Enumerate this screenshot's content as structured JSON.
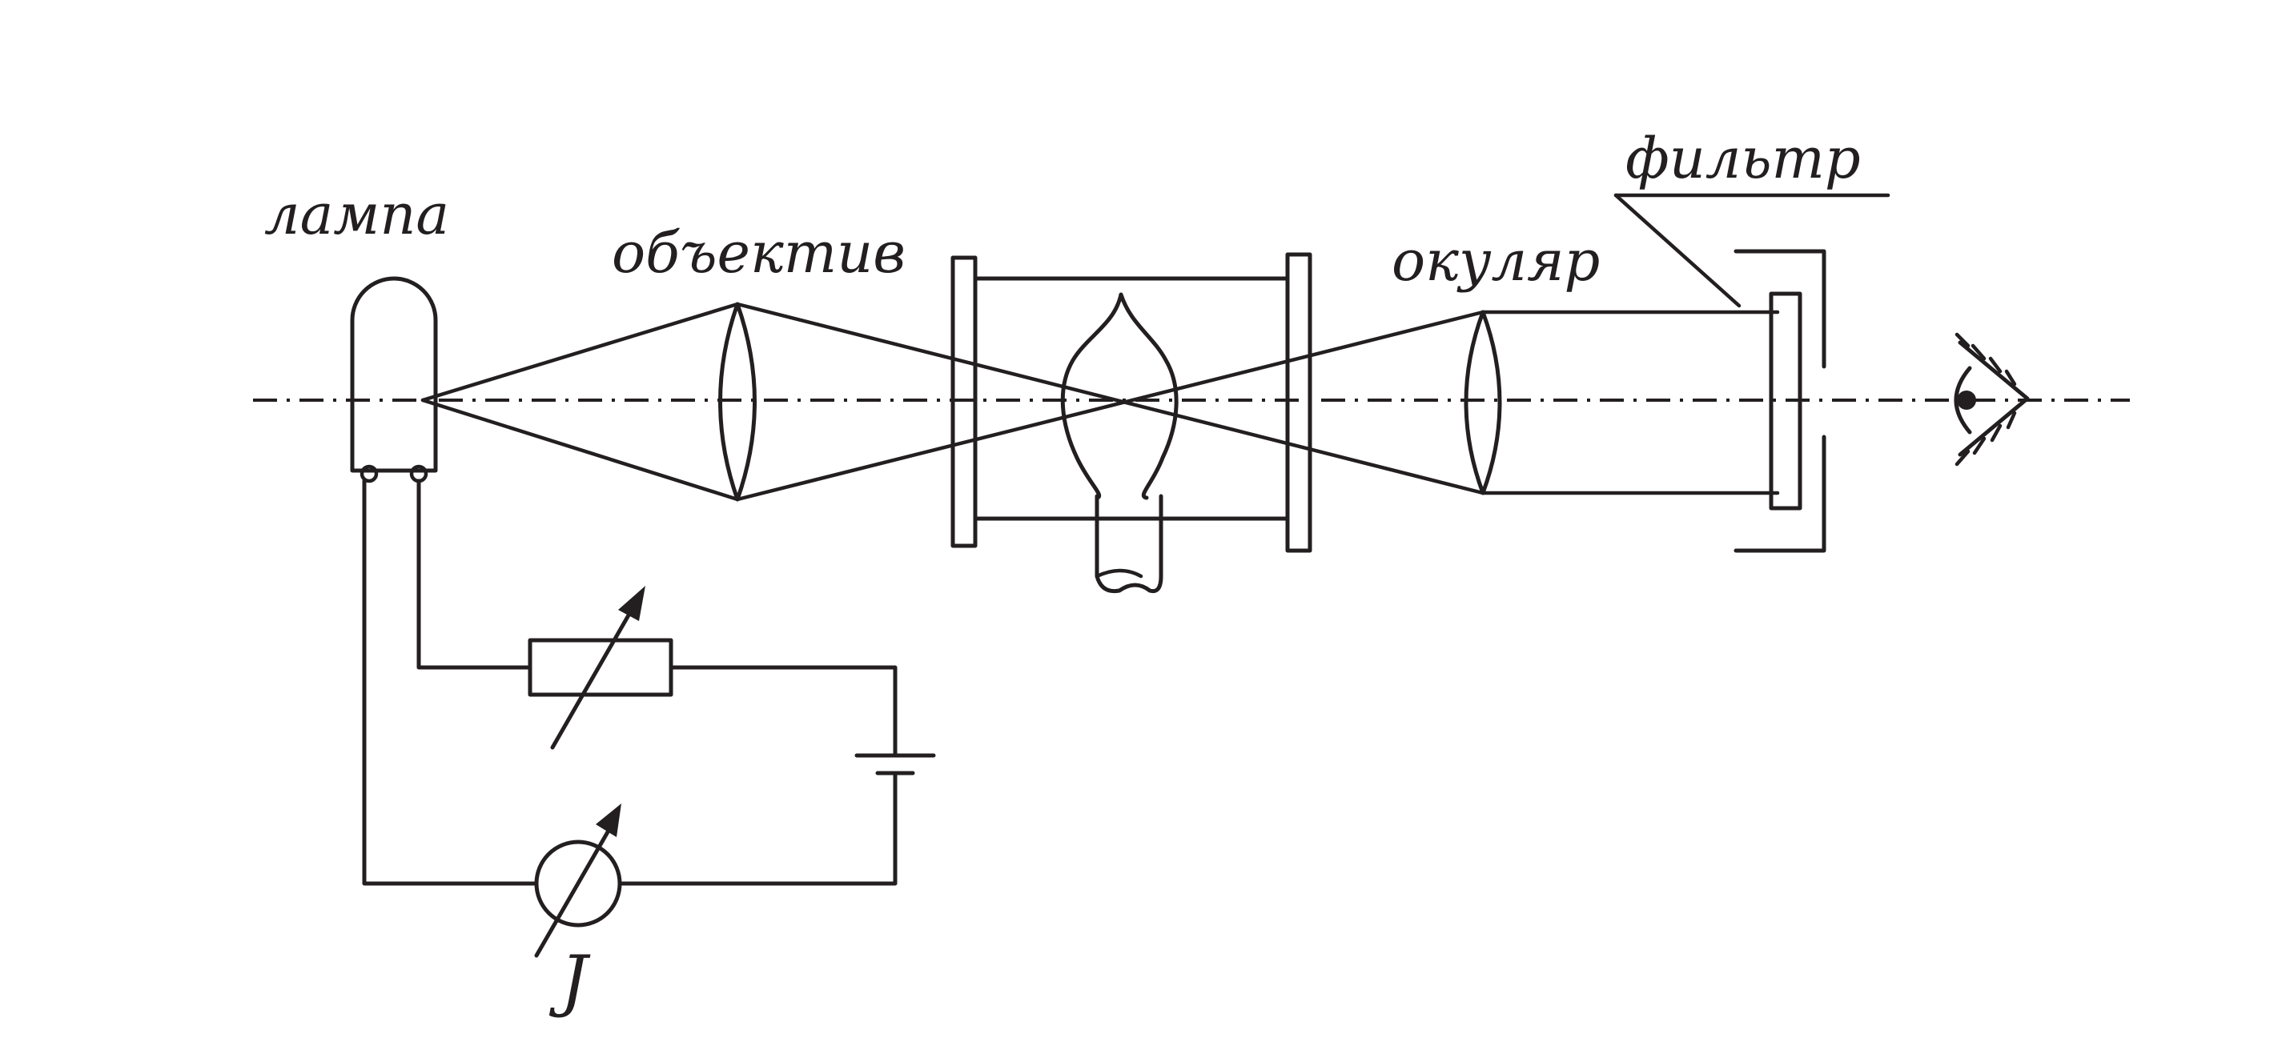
{
  "labels": {
    "lamp": "лампа",
    "objective": "объектив",
    "eyepiece": "окуляр",
    "filter": "фильтр",
    "current": "J"
  },
  "icons": {
    "eye": "eye-icon",
    "rheostat": "variable-resistor-icon",
    "battery": "battery-icon",
    "ammeter": "ammeter-icon"
  },
  "colors": {
    "ink": "#231f20",
    "background": "#ffffff"
  }
}
